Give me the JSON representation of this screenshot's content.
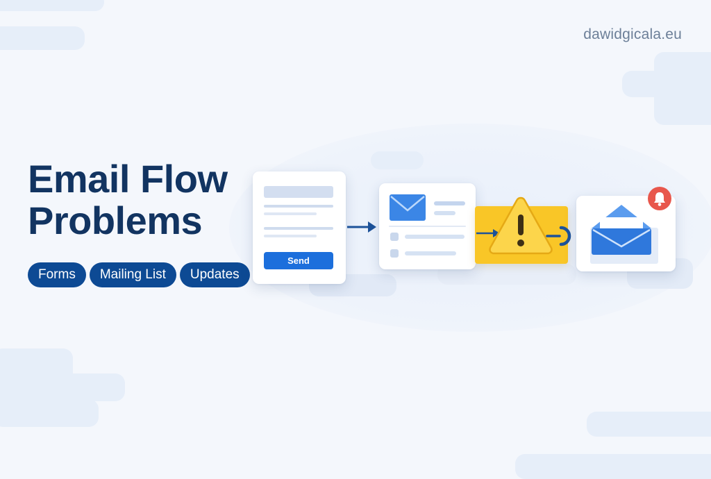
{
  "site": {
    "domain": "dawidgicala.eu"
  },
  "hero": {
    "title_line1": "Email Flow",
    "title_line2": "Problems"
  },
  "tags": [
    {
      "label": "Forms"
    },
    {
      "label": "Mailing List"
    },
    {
      "label": "Updates"
    }
  ],
  "form_card": {
    "send_label": "Send"
  },
  "colors": {
    "navy": "#123461",
    "tag_blue": "#0d4a94",
    "send_blue": "#1c6fdc",
    "warning_yellow": "#f9c627",
    "notification_red": "#e8574c"
  }
}
